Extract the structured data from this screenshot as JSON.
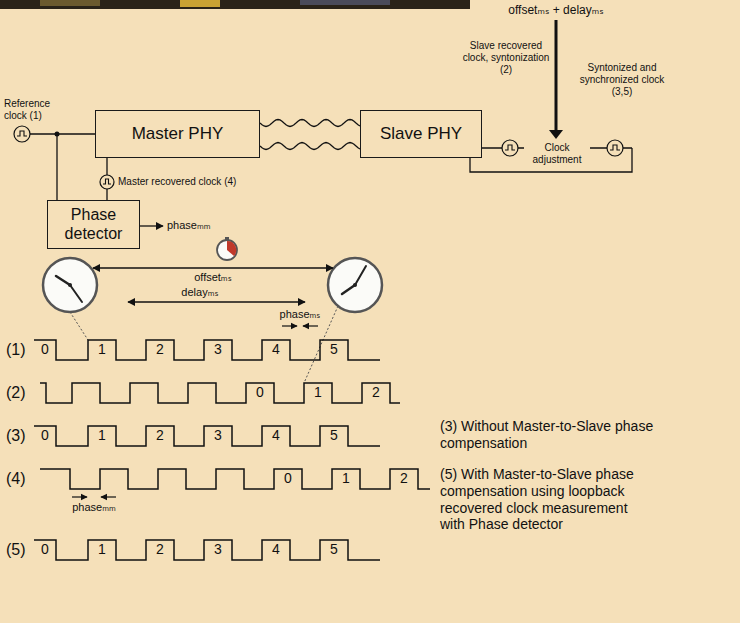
{
  "diagram": {
    "nodes": [
      {
        "text": [
          "Master PHY"
        ]
      },
      {
        "text": [
          "Slave PHY"
        ]
      },
      {
        "text": [
          "Phase detector"
        ]
      }
    ],
    "edges": [
      {
        "from": 0,
        "to": 1,
        "arrow": "none"
      },
      {
        "from": 1,
        "to": 0,
        "arrow": "none"
      },
      {
        "from": 0,
        "to": 2,
        "arrow": "none"
      }
    ],
    "labels": [
      "offsetₘₛ + delayₘₛ",
      "Slave recovered clock, syntonization (2)",
      "Syntonized and synchronized clock (3,5)",
      "Clock adjustment",
      "Reference clock (1)",
      "Master recovered clock (4)",
      "phaseₘₘ",
      "offsetₘₛ",
      "delayₘₛ",
      "phaseₘₛ",
      "(1)",
      "0",
      "1",
      "2",
      "3",
      "4",
      "5",
      "(2)",
      "0",
      "1",
      "2",
      "(3)",
      "0",
      "1",
      "2",
      "3",
      "4",
      "5",
      "(4)",
      "0",
      "1",
      "2",
      "phaseₘₘ",
      "(5)",
      "0",
      "1",
      "2",
      "3",
      "4",
      "5",
      "(3) Without Master-to-Slave phase compensation",
      "(5) With Master-to-Slave phase compensation using loopback recovered clock measurement with Phase detector"
    ]
  }
}
